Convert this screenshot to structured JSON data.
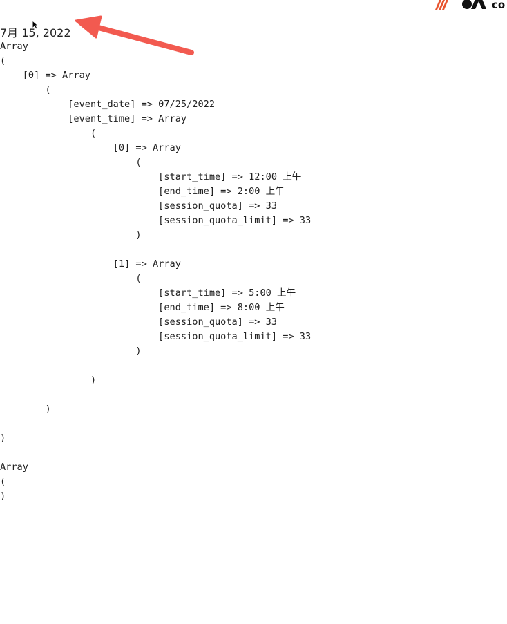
{
  "header": {
    "date_text": "7月 15, 2022",
    "logo_text": "co"
  },
  "output": {
    "lines": [
      "Array",
      "(",
      "    [0] => Array",
      "        (",
      "            [event_date] => 07/25/2022",
      "            [event_time] => Array",
      "                (",
      "                    [0] => Array",
      "                        (",
      "                            [start_time] => 12:00 上午",
      "                            [end_time] => 2:00 上午",
      "                            [session_quota] => 33",
      "                            [session_quota_limit] => 33",
      "                        )",
      "",
      "                    [1] => Array",
      "                        (",
      "                            [start_time] => 5:00 上午",
      "                            [end_time] => 8:00 上午",
      "                            [session_quota] => 33",
      "                            [session_quota_limit] => 33",
      "                        )",
      "",
      "                )",
      "",
      "        )",
      "",
      ")",
      "",
      "Array",
      "(",
      ")"
    ]
  },
  "colors": {
    "annotation_arrow": "#f25a50",
    "logo_stripes": "#e8542e",
    "text": "#222222"
  },
  "icons": [
    "annotation-arrow-icon",
    "mouse-cursor-icon",
    "brand-logo-icon"
  ]
}
